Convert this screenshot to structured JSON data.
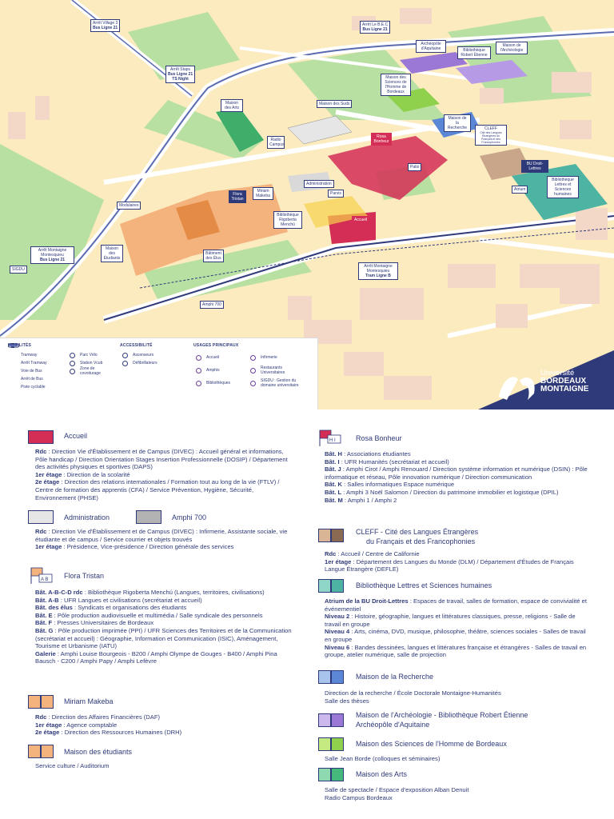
{
  "map": {
    "stops": {
      "village3": {
        "name": "Arrêt Village 3",
        "line": "Bus Ligne 21"
      },
      "staps": {
        "name": "Arrêt Staps",
        "line": "Bus Ligne 21",
        "line2": "TS Night"
      },
      "lebec": {
        "name": "Arrêt Le B.E.C",
        "line": "Bus Ligne 21"
      },
      "montaigne_bus": {
        "name": "Arrêt Montaigne Montesquieu",
        "line": "Bus Ligne 21"
      },
      "montaigne_tram": {
        "name": "Arrêt Montaigne Montesquieu",
        "line": "Tram Ligne B"
      }
    },
    "sigdu": "SIGDU",
    "labels": {
      "archeopole": "Archéopôle d'Aquitaine",
      "bibli_robert": "Bibliothèque Robert Étienne",
      "maison_archeo": "Maison de l'Archéologie",
      "maison_sciences": "Maison des Sciences de l'Homme de Bordeaux",
      "maison_arts": "Maison des Arts",
      "maison_suds": "Maison des Suds",
      "radio_campus": "Radio Campus",
      "maison_recherche": "Maison de la Recherche",
      "cleff": "CLEFF",
      "cleff_sub": "Cité des Langues Étrangères du Français et des Francophonies",
      "rosa": "Rosa Bonheur",
      "bu": "BU Droit-Lettres",
      "bibli_lettres": "Bibliothèque Lettres et Sciences humaines",
      "atrium": "Atrium",
      "patio": "Patio",
      "administration": "Administration",
      "parvis": "Parvis",
      "accueil": "Accueil",
      "flora": "Flora Tristan",
      "miriam": "Miriam Makeba",
      "bibli_rigoberta": "Bibliothèque Rigoberta Menchú",
      "modulaires": "Modulaires",
      "maison_etudiants": "Maison des Étudiants",
      "batiment_elus": "Bâtiment des Élus",
      "amphi700": "Amphi 700"
    },
    "legend": {
      "mobilites": {
        "title": "Mobilités",
        "items": [
          "Tramway",
          "Arrêt Tramway",
          "Voie de Bus",
          "Arrêt de Bus",
          "Piste cyclable"
        ]
      },
      "mobilites2": {
        "items": [
          "Parc Vélo",
          "Station Vcub",
          "Zone de covoiturage"
        ]
      },
      "accessibilite": {
        "title": "Accessibilité",
        "items": [
          "Ascenseurs",
          "Défibrillateurs"
        ]
      },
      "usages": {
        "title": "Usages principaux",
        "items": [
          "Accueil",
          "Amphis",
          "Bibliothèques"
        ],
        "items2": [
          "Infirmerie",
          "Restaurants Universitaires",
          "SIGDU : Gestion du domaine universitaire"
        ]
      }
    },
    "brand": {
      "line1": "Université",
      "line2": "BORDEAUX",
      "line3": "MONTAIGNE"
    }
  },
  "entries": {
    "accueil": {
      "title": "Accueil",
      "color": "#d42e56",
      "lines": [
        {
          "k": "Rdc",
          "v": " : Direction Vie d'Établissement et de Campus (DIVEC) : Accueil général et informations, Pôle handicap / Direction Orientation Stages Insertion Professionnelle (DOSIP) / Département des activités physiques et sportives (DAPS)"
        },
        {
          "k": "1er étage",
          "v": " : Direction de la scolarité"
        },
        {
          "k": "2e étage",
          "v": " : Direction des relations internationales / Formation tout au long de la vie (FTLV) / Centre de formation des apprentis (CFA) / Service Prévention, Hygiène, Sécurité, Environnement (PHSE)"
        }
      ]
    },
    "administration": {
      "title": "Administration",
      "color": "#e6e6e6",
      "title2": "Amphi 700",
      "color2": "#b3b3b3",
      "lines": [
        {
          "k": "Rdc",
          "v": " : Direction Vie d'Établissement et de Campus (DIVEC) : Infirmerie, Assistante sociale, vie étudiante et de campus / Service courrier et objets trouvés"
        },
        {
          "k": "1er étage",
          "v": " : Présidence, Vice-présidence / Direction générale des services"
        }
      ]
    },
    "flora": {
      "title": "Flora Tristan",
      "lines": [
        {
          "k": "Bât. A-B-C-D rdc",
          "v": " : Bibliothèque Rigoberta Menchú (Langues, territoires, civilisations)"
        },
        {
          "k": "Bât. A-B",
          "v": " : UFR Langues et civilisations (secrétariat et accueil)"
        },
        {
          "k": "Bât. des élus",
          "v": " : Syndicats et organisations des étudiants"
        },
        {
          "k": "Bât. E",
          "v": " : Pôle production audiovisuelle et multimédia / Salle syndicale des personnels"
        },
        {
          "k": "Bât. F",
          "v": " : Presses Universitaires de Bordeaux"
        },
        {
          "k": "Bât. G",
          "v": " : Pôle production imprimée (PPI) / UFR Sciences des Territoires et de la Communication (secrétariat et accueil) : Géographie, Information et Communication (ISIC), Aménagement, Tourisme et Urbanisme (IATU)"
        },
        {
          "k": "Galerie",
          "v": " : Amphi Louise Bourgeois - B200 / Amphi Olympe de Gouges - B400 / Amphi Pina Bausch - C200 / Amphi Papy / Amphi Lefèvre"
        }
      ]
    },
    "miriam": {
      "title": "Miriam Makeba",
      "color": "#f4b27d",
      "lines": [
        {
          "k": "Rdc",
          "v": " : Direction des Affaires Financières (DAF)"
        },
        {
          "k": "1er étage",
          "v": " : Agence comptable"
        },
        {
          "k": "2e étage",
          "v": " : Direction des Ressources Humaines (DRH)"
        }
      ]
    },
    "maison_etudiants": {
      "title": "Maison des étudiants",
      "color": "#f4b27d",
      "text": "Service culture / Auditorium"
    },
    "rosa": {
      "title": "Rosa Bonheur",
      "lines": [
        {
          "k": "Bât. H",
          "v": " : Associations étudiantes"
        },
        {
          "k": "Bât. I",
          "v": " : UFR Humanités (secrétariat et accueil)"
        },
        {
          "k": "Bât. J",
          "v": " : Amphi Cirot / Amphi Renouard / Direction système information et numérique (DSIN) : Pôle informatique et réseau, Pôle innovation numérique / Direction communication"
        },
        {
          "k": "Bât. K",
          "v": " : Salles informatiques Espace numérique"
        },
        {
          "k": "Bât. L",
          "v": " : Amphi 3 Noël Salomon / Direction du patrimoine immobilier et logistique (DPIL)"
        },
        {
          "k": "Bât. M",
          "v": " : Amphi 1 / Amphi 2"
        }
      ]
    },
    "cleff": {
      "title": "CLEFF - Cité des Langues Étrangères",
      "title_b": "du Français et des Francophonies",
      "color": "#d9b596",
      "color2": "#8a6a52",
      "lines": [
        {
          "k": "Rdc",
          "v": " : Accueil / Centre de Californie"
        },
        {
          "k": "1er étage",
          "v": " : Département des Langues du Monde (DLM) / Département d'Études de Français Langue Étrangère (DEFLE)"
        }
      ]
    },
    "bibli_lettres": {
      "title": "Bibliothèque Lettres et Sciences humaines",
      "color": "#8fd5c8",
      "color2": "#4db3a3",
      "lines": [
        {
          "k": "Atrium de la BU Droit-Lettres",
          "v": " : Espaces de travail, salles de formation, espace de convivialité et événementiel"
        },
        {
          "k": "Niveau 2",
          "v": " : Histoire, géographie, langues et littératures classiques, presse, religions - Salle de travail en groupe"
        },
        {
          "k": "Niveau 4",
          "v": " : Arts, cinéma, DVD, musique, philosophie, théâtre, sciences sociales - Salles de travail en groupe"
        },
        {
          "k": "Niveau 6",
          "v": " : Bandes dessinées, langues et littératures française et étrangères - Salles de travail en groupe, atelier numérique, salle de projection"
        }
      ]
    },
    "maison_recherche": {
      "title": "Maison de la Recherche",
      "color": "#a9c4ec",
      "color2": "#5b87d6",
      "text1": "Direction de la recherche / École Doctorale Montaigne-Humanités",
      "text2": "Salle des thèses"
    },
    "maison_archeo": {
      "title": "Maison de l'Archéologie - Bibliothèque Robert Étienne",
      "title_b": "Archéopôle d'Aquitaine",
      "color": "#cdb8ee",
      "color2": "#9b78d6"
    },
    "maison_sciences": {
      "title": "Maison des Sciences de l'Homme de Bordeaux",
      "color": "#c6ea82",
      "color2": "#8fd04c",
      "text": "Salle Jean Borde (colloques et séminaires)"
    },
    "maison_arts": {
      "title": "Maison des Arts",
      "color": "#8fd9b0",
      "color2": "#45b97c",
      "text1": "Salle de spectacle / Espace d'exposition Alban Denuit",
      "text2": "Radio Campus Bordeaux"
    }
  }
}
